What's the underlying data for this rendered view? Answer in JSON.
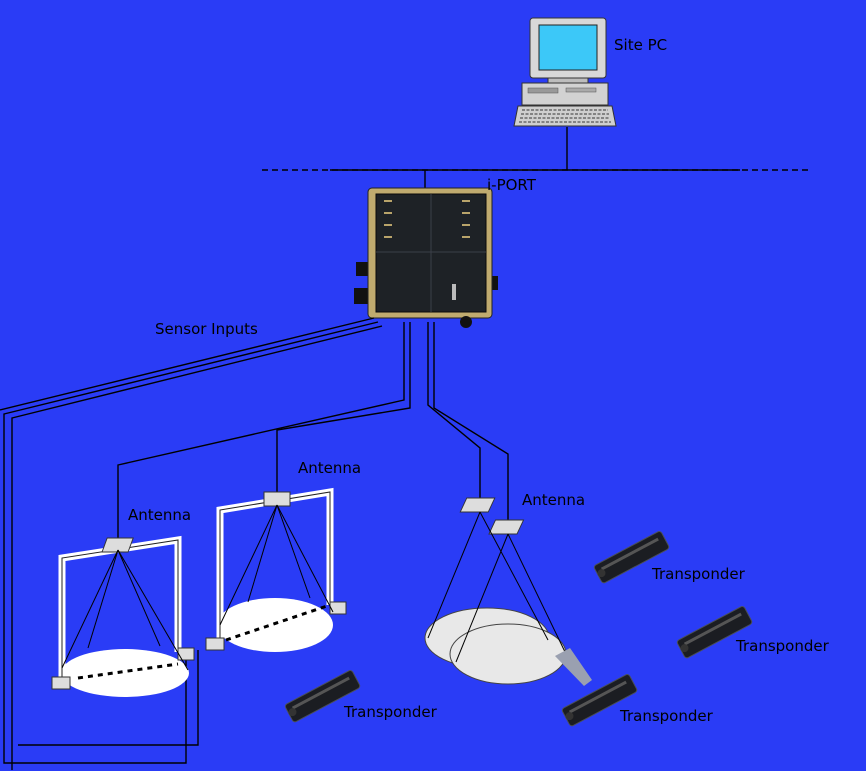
{
  "labels": {
    "site_pc": "Site PC",
    "iport": "i-PORT",
    "sensor_inputs": "Sensor Inputs",
    "antenna_1": "Antenna",
    "antenna_2": "Antenna",
    "antenna_3": "Antenna",
    "transponder_1": "Transponder",
    "transponder_2": "Transponder",
    "transponder_3": "Transponder",
    "transponder_4": "Transponder"
  },
  "colors": {
    "background": "#2a3cf6",
    "line": "#000000",
    "frame": "#ffffff",
    "device_body": "#1e2226",
    "device_trim": "#b9a46a",
    "tag_body": "#1b1d22",
    "arrow": "#9aa0b0"
  },
  "icons": {
    "computer": "desktop-computer-icon",
    "reader": "iport-reader-device",
    "tag": "transponder-tag-icon"
  }
}
